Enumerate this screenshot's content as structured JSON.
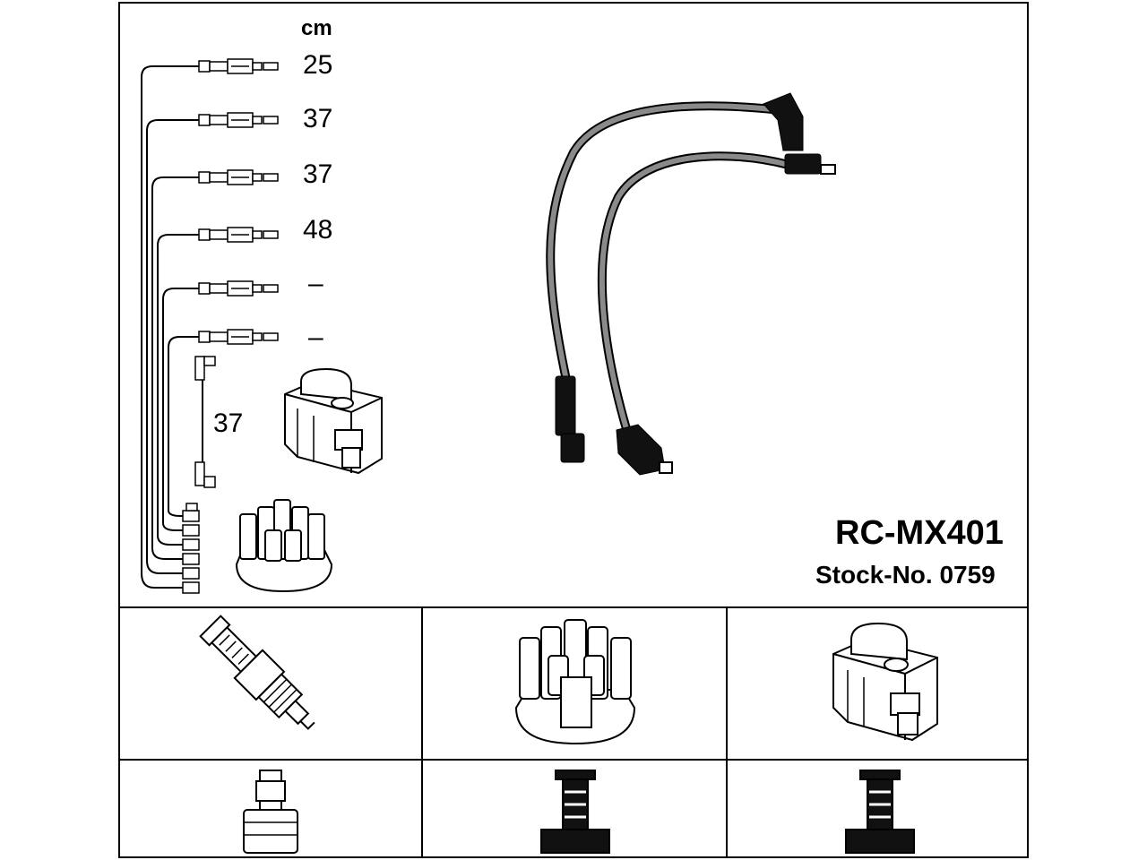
{
  "unit_label": "cm",
  "cable_lengths": [
    "25",
    "37",
    "37",
    "48",
    "–",
    "–"
  ],
  "coil_lead_length": "37",
  "product": {
    "code": "RC-MX401",
    "stock_number": "Stock-No. 0759"
  },
  "icons": {
    "cable_set": "ignition-cable-set-icon",
    "ignition_coil": "ignition-coil-icon",
    "distributor_cap": "distributor-cap-icon",
    "spark_plug": "spark-plug-icon",
    "plug_boot": "spark-plug-terminal-icon",
    "cap_terminal": "distributor-terminal-icon",
    "coil_terminal": "coil-terminal-icon"
  }
}
